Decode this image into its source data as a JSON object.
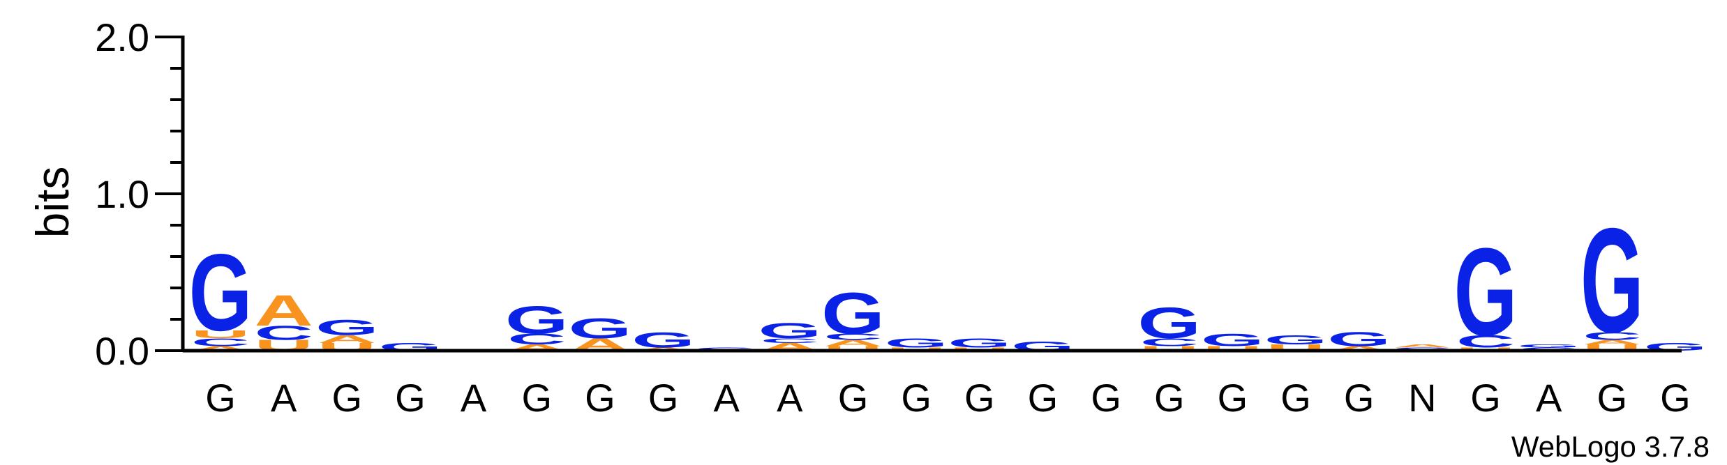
{
  "chart_data": {
    "type": "sequence_logo",
    "ylabel": "bits",
    "ylim": [
      0,
      2.0
    ],
    "y_ticks": [
      "0.0",
      "1.0",
      "2.0"
    ],
    "y_tick_values": [
      0,
      1.0,
      2.0
    ],
    "y_minor_step": 0.2,
    "credit": "WebLogo 3.7.8",
    "colors": {
      "G": "#0a22e6",
      "C": "#0a22e6",
      "A": "#f7931e",
      "U": "#f7931e"
    },
    "positions": [
      {
        "label": "G",
        "stack": [
          {
            "l": "A",
            "h": 0.03
          },
          {
            "l": "C",
            "h": 0.05
          },
          {
            "l": "U",
            "h": 0.05
          },
          {
            "l": "G",
            "h": 0.5
          }
        ]
      },
      {
        "label": "A",
        "stack": [
          {
            "l": "U",
            "h": 0.07
          },
          {
            "l": "C",
            "h": 0.09
          },
          {
            "l": "A",
            "h": 0.2
          }
        ]
      },
      {
        "label": "G",
        "stack": [
          {
            "l": "U",
            "h": 0.05
          },
          {
            "l": "A",
            "h": 0.05
          },
          {
            "l": "G",
            "h": 0.1
          }
        ]
      },
      {
        "label": "G",
        "stack": [
          {
            "l": "G",
            "h": 0.05
          }
        ]
      },
      {
        "label": "A",
        "stack": []
      },
      {
        "label": "G",
        "stack": [
          {
            "l": "A",
            "h": 0.04
          },
          {
            "l": "C",
            "h": 0.07
          },
          {
            "l": "G",
            "h": 0.18
          }
        ]
      },
      {
        "label": "G",
        "stack": [
          {
            "l": "A",
            "h": 0.08
          },
          {
            "l": "G",
            "h": 0.13
          }
        ]
      },
      {
        "label": "G",
        "stack": [
          {
            "l": "A",
            "h": 0.02
          },
          {
            "l": "G",
            "h": 0.1
          }
        ]
      },
      {
        "label": "A",
        "stack": [
          {
            "l": "G",
            "h": 0.02
          }
        ]
      },
      {
        "label": "A",
        "stack": [
          {
            "l": "A",
            "h": 0.05
          },
          {
            "l": "C",
            "h": 0.03
          },
          {
            "l": "G",
            "h": 0.1
          }
        ]
      },
      {
        "label": "G",
        "stack": [
          {
            "l": "U",
            "h": 0.03
          },
          {
            "l": "A",
            "h": 0.04
          },
          {
            "l": "C",
            "h": 0.04
          },
          {
            "l": "G",
            "h": 0.27
          }
        ]
      },
      {
        "label": "G",
        "stack": [
          {
            "l": "U",
            "h": 0.02
          },
          {
            "l": "G",
            "h": 0.06
          }
        ]
      },
      {
        "label": "G",
        "stack": [
          {
            "l": "U",
            "h": 0.02
          },
          {
            "l": "G",
            "h": 0.06
          }
        ]
      },
      {
        "label": "G",
        "stack": [
          {
            "l": "G",
            "h": 0.06
          }
        ]
      },
      {
        "label": "G",
        "stack": []
      },
      {
        "label": "G",
        "stack": [
          {
            "l": "U",
            "h": 0.03
          },
          {
            "l": "C",
            "h": 0.05
          },
          {
            "l": "G",
            "h": 0.2
          }
        ]
      },
      {
        "label": "G",
        "stack": [
          {
            "l": "U",
            "h": 0.03
          },
          {
            "l": "G",
            "h": 0.08
          }
        ]
      },
      {
        "label": "G",
        "stack": [
          {
            "l": "U",
            "h": 0.04
          },
          {
            "l": "G",
            "h": 0.06
          }
        ]
      },
      {
        "label": "G",
        "stack": [
          {
            "l": "A",
            "h": 0.03
          },
          {
            "l": "G",
            "h": 0.09
          }
        ]
      },
      {
        "label": "N",
        "stack": [
          {
            "l": "C",
            "h": 0.02
          },
          {
            "l": "A",
            "h": 0.02
          }
        ]
      },
      {
        "label": "G",
        "stack": [
          {
            "l": "U",
            "h": 0.02
          },
          {
            "l": "C",
            "h": 0.08
          },
          {
            "l": "G",
            "h": 0.57
          }
        ]
      },
      {
        "label": "A",
        "stack": [
          {
            "l": "C",
            "h": 0.02
          },
          {
            "l": "G",
            "h": 0.02
          }
        ]
      },
      {
        "label": "G",
        "stack": [
          {
            "l": "U",
            "h": 0.04
          },
          {
            "l": "A",
            "h": 0.03
          },
          {
            "l": "C",
            "h": 0.05
          },
          {
            "l": "G",
            "h": 0.68
          }
        ]
      },
      {
        "label": "G",
        "stack": [
          {
            "l": "G",
            "h": 0.05
          }
        ]
      }
    ]
  }
}
